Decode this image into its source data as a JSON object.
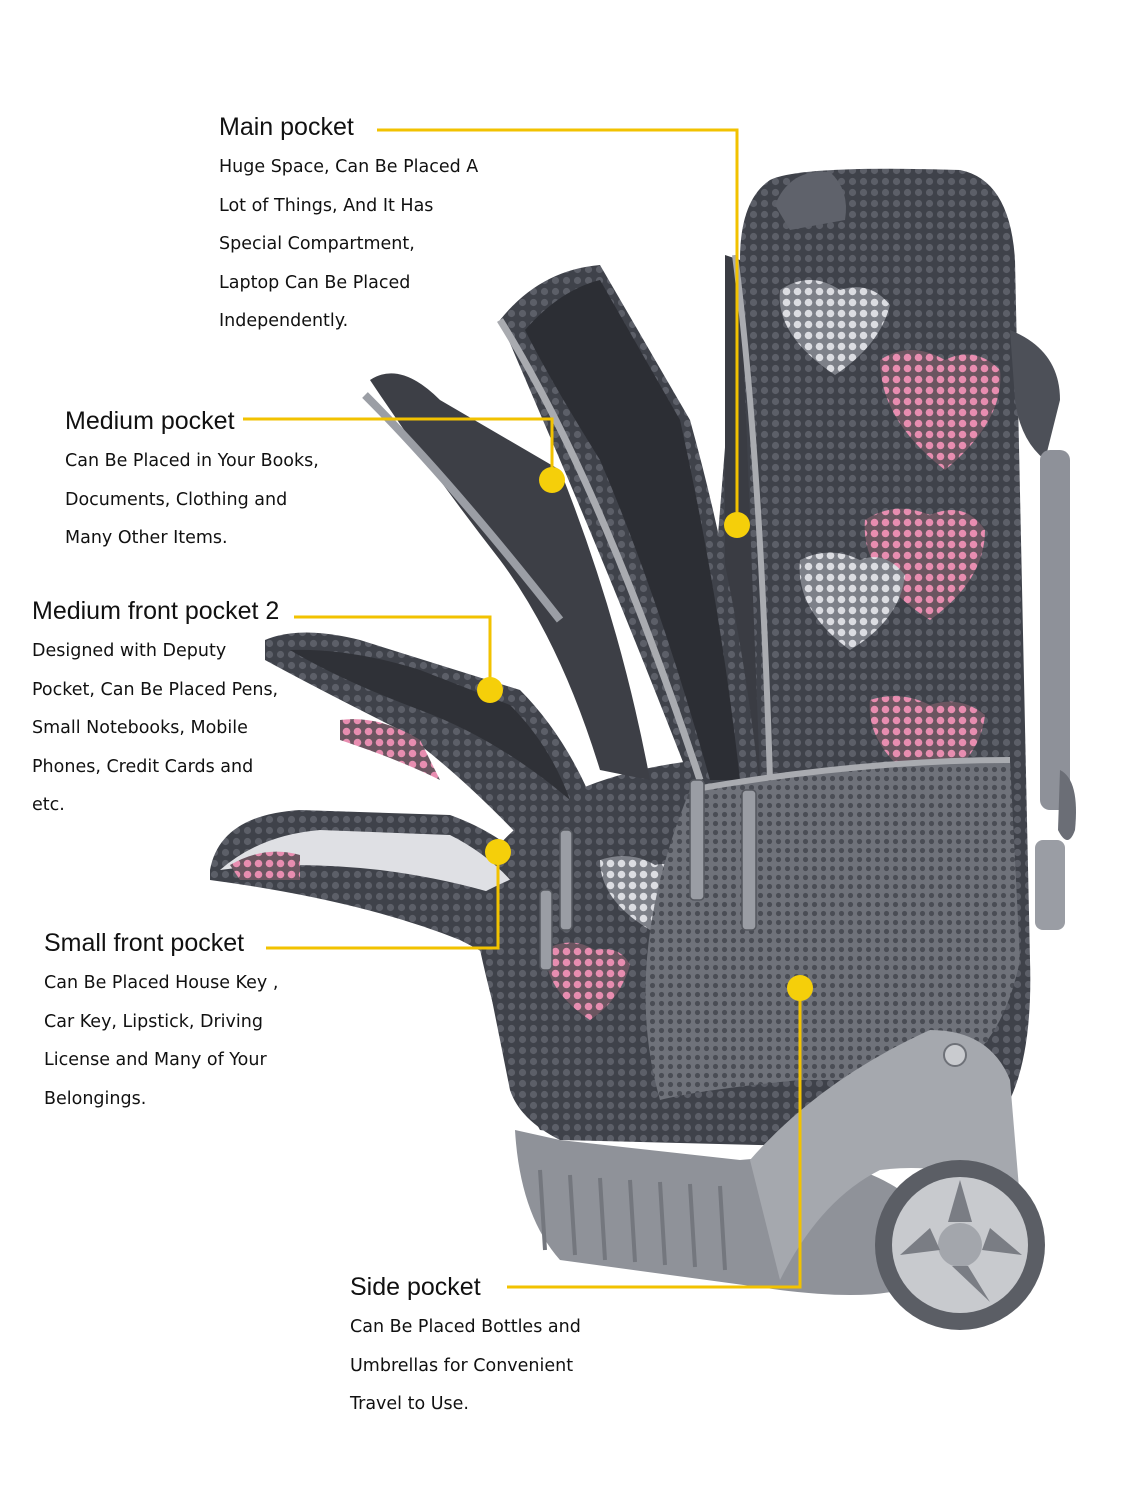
{
  "colors": {
    "leader_line": "#f2c200",
    "marker_dot": "#f5cf0a",
    "bag_dark": "#4b4e57",
    "bag_mid": "#8a8d96",
    "bag_pink": "#e48aab",
    "bag_light": "#d9dadf",
    "trim_gray": "#a9abb0"
  },
  "callouts": {
    "main": {
      "title": "Main pocket",
      "lines": [
        "Huge Space, Can Be Placed A",
        "Lot of Things, And It Has",
        "Special Compartment,",
        "Laptop Can Be Placed",
        "Independently."
      ]
    },
    "medium": {
      "title": "Medium pocket",
      "lines": [
        "Can Be Placed in Your Books,",
        "Documents, Clothing and",
        "Many Other Items."
      ]
    },
    "medium_front2": {
      "title": "Medium front pocket 2",
      "lines": [
        "Designed with Deputy",
        "Pocket, Can Be Placed Pens,",
        "Small Notebooks, Mobile",
        "Phones, Credit Cards and",
        "etc."
      ]
    },
    "small_front": {
      "title": "Small front pocket",
      "lines": [
        "Can Be Placed House Key ,",
        "Car Key, Lipstick, Driving",
        "License and Many of Your",
        "Belongings."
      ]
    },
    "side": {
      "title": "Side pocket",
      "lines": [
        "Can Be Placed Bottles and",
        "Umbrellas for Convenient",
        "Travel to Use."
      ]
    }
  }
}
